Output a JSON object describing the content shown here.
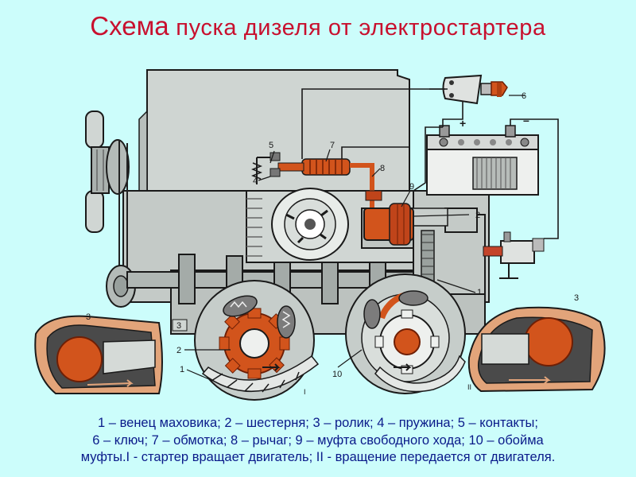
{
  "title": {
    "part1": "Схема",
    "part2": " пуска дизеля от электростартера"
  },
  "labels": {
    "n1": "1",
    "n2": "2",
    "n3": "3",
    "n4": "4",
    "n5": "5",
    "n6": "6",
    "n7": "7",
    "n8": "8",
    "n9": "9",
    "n10": "10",
    "roman1": "I",
    "roman2": "II",
    "plus": "+",
    "minus": "–"
  },
  "legend": {
    "line1": "1 – венец маховика; 2 – шестерня; 3 – ролик; 4 – пружина; 5 – контакты;",
    "line2": "6 – ключ; 7 – обмотка; 8 – рычаг; 9 – муфта свободного хода; 10 – обойма",
    "line3": "муфты.I - стартер вращает двигатель; II - вращение передается от двигателя."
  },
  "colors": {
    "title": "#c8102e",
    "legend": "#0a1a8a",
    "background": "#ccfdfb",
    "engine": "#cdd3d0",
    "highlight": "#d2541c"
  }
}
